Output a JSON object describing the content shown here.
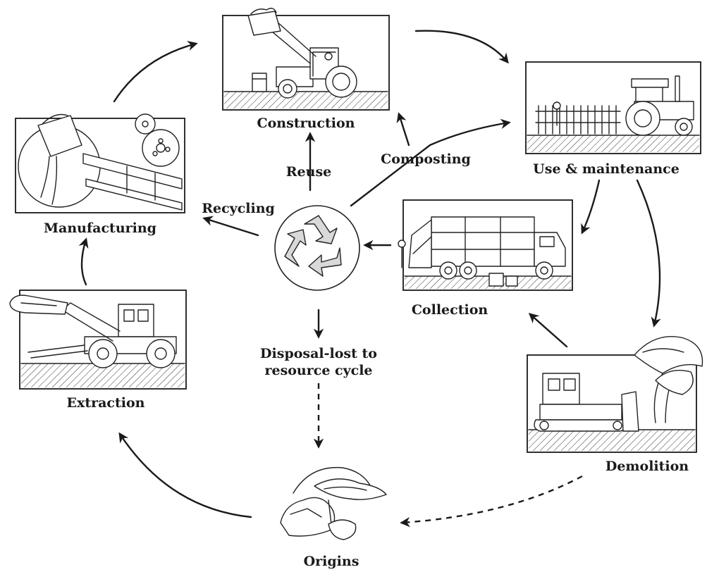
{
  "nodes": {
    "construction": "Construction",
    "use_maintenance": "Use & maintenance",
    "collection": "Collection",
    "demolition": "Demolition",
    "origins": "Origins",
    "extraction": "Extraction",
    "manufacturing": "Manufacturing"
  },
  "flows": {
    "reuse": "Reuse",
    "composting": "Composting",
    "recycling": "Recycling",
    "disposal_line1": "Disposal-lost to",
    "disposal_line2": "resource cycle"
  },
  "icons": {
    "center": "recycling-symbol-icon"
  },
  "colors": {
    "ink": "#1a1a1a",
    "paper": "#ffffff"
  }
}
